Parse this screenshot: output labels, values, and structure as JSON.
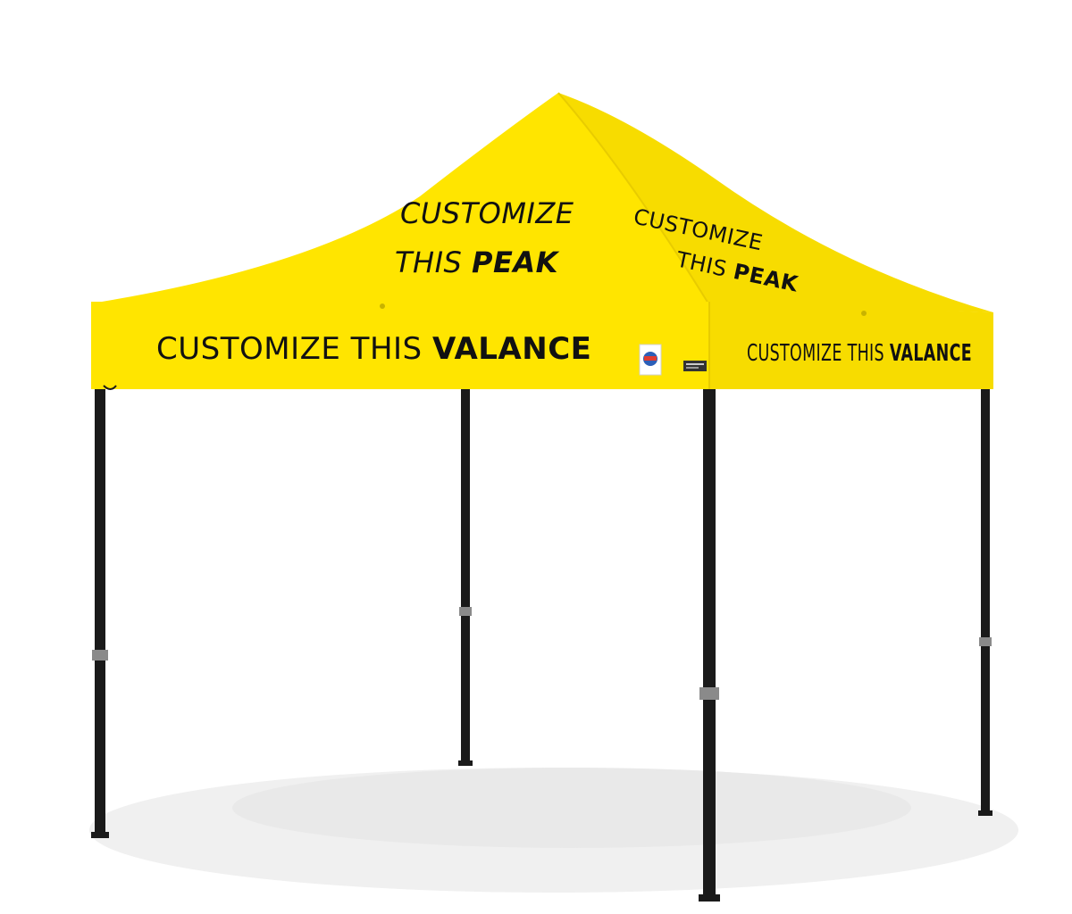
{
  "colors": {
    "canopy_main": "#FFE500",
    "canopy_dark": "#F2D600",
    "canopy_side": "#F7DC00",
    "canopy_edge": "#E8CC00",
    "frame": "#1A1A1A",
    "bracket": "#8A8A8A",
    "text": "#111111",
    "shadow": "#E4E4E4"
  },
  "peak_front": {
    "line1": "CUSTOMIZE",
    "line2_regular": "THIS ",
    "line2_bold": "PEAK"
  },
  "peak_side": {
    "line1": "CUSTOMIZE",
    "line2_regular": "THIS ",
    "line2_bold": "PEAK"
  },
  "valance_front": {
    "regular": "CUSTOMIZE THIS ",
    "bold": "VALANCE"
  },
  "valance_side": {
    "regular": "CUSTOMIZE THIS ",
    "bold": "VALANCE"
  },
  "labels": {
    "brand_badge_icon": "ez-up-logo-badge",
    "model_tag_icon": "product-tag"
  }
}
